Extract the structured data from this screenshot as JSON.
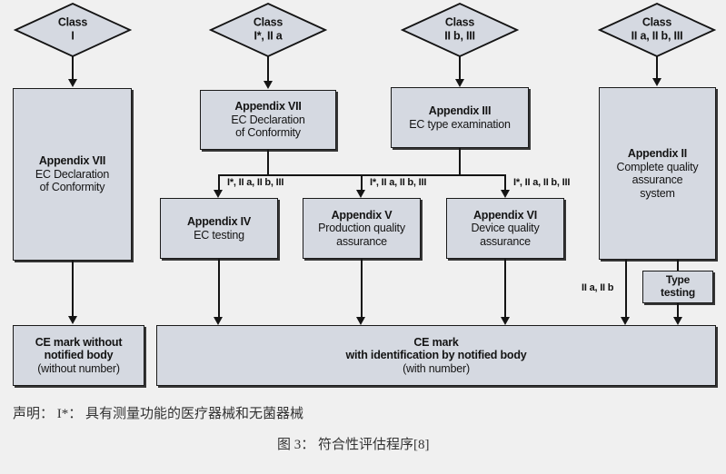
{
  "figure": {
    "background_color": "#f0f0f0",
    "node_fill": "#d5d9e1",
    "stroke_color": "#141414"
  },
  "chart_data": {
    "type": "diagram",
    "title": "符合性评估程序",
    "nodes": [
      {
        "id": "class1",
        "shape": "diamond",
        "line1": "Class",
        "line2": "I"
      },
      {
        "id": "class1a",
        "shape": "diamond",
        "line1": "Class",
        "line2": "I*, II a"
      },
      {
        "id": "class2b3",
        "shape": "diamond",
        "line1": "Class",
        "line2": "II b, III"
      },
      {
        "id": "class2a2b3",
        "shape": "diamond",
        "line1": "Class",
        "line2": "II a, II b, III"
      },
      {
        "id": "appVII_left",
        "shape": "box",
        "title": "Appendix VII",
        "body": "EC Declaration\nof Conformity"
      },
      {
        "id": "appVII_mid",
        "shape": "box",
        "title": "Appendix VII",
        "body": "EC Declaration\nof Conformity"
      },
      {
        "id": "appIII",
        "shape": "box",
        "title": "Appendix III",
        "body": "EC type examination"
      },
      {
        "id": "appII",
        "shape": "box",
        "title": "Appendix II",
        "body": "Complete quality\nassurance\nsystem"
      },
      {
        "id": "appIV",
        "shape": "box",
        "title": "Appendix IV",
        "body": "EC testing"
      },
      {
        "id": "appV",
        "shape": "box",
        "title": "Appendix V",
        "body": "Production quality\nassurance"
      },
      {
        "id": "appVI",
        "shape": "box",
        "title": "Appendix VI",
        "body": "Device quality\nassurance"
      },
      {
        "id": "typetesting",
        "shape": "box",
        "title": "Type\ntesting",
        "body": ""
      },
      {
        "id": "ce_without",
        "shape": "box",
        "title": "CE mark without\nnotified body",
        "body": "(without number)"
      },
      {
        "id": "ce_with",
        "shape": "box",
        "title": "CE mark\nwith identification by notified body",
        "body": "(with number)"
      }
    ],
    "edge_labels": [
      "I*, II a, II b, III",
      "I*, II a, II b, III",
      "I*, II a, II b, III",
      "II a, II b"
    ]
  },
  "diamonds": {
    "class_1": {
      "line1": "Class",
      "line2": "I"
    },
    "class_1a_2a": {
      "line1": "Class",
      "line2": "I*, II a"
    },
    "class_2b_3": {
      "line1": "Class",
      "line2": "II b, III"
    },
    "class_2a2b3": {
      "line1": "Class",
      "line2": "II a, II b, III"
    }
  },
  "boxes": {
    "appendix_vii_left": {
      "title": "Appendix VII",
      "line1": "EC Declaration",
      "line2": "of Conformity"
    },
    "appendix_vii_mid": {
      "title": "Appendix VII",
      "line1": "EC Declaration",
      "line2": "of Conformity"
    },
    "appendix_iii": {
      "title": "Appendix III",
      "line1": "EC type examination"
    },
    "appendix_ii": {
      "title": "Appendix II",
      "line1": "Complete quality",
      "line2": "assurance",
      "line3": "system"
    },
    "appendix_iv": {
      "title": "Appendix IV",
      "line1": "EC testing"
    },
    "appendix_v": {
      "title": "Appendix V",
      "line1": "Production quality",
      "line2": "assurance"
    },
    "appendix_vi": {
      "title": "Appendix VI",
      "line1": "Device quality",
      "line2": "assurance"
    },
    "type_testing": {
      "line1": "Type",
      "line2": "testing"
    },
    "ce_without": {
      "line1": "CE mark without",
      "line2": "notified body",
      "line3": "(without number)"
    },
    "ce_with": {
      "line1": "CE mark",
      "line2": "with identification by notified body",
      "line3": "(with number)"
    }
  },
  "edge_labels": {
    "to_appendix_iv": "I*, II a, II b, III",
    "to_appendix_v": "I*, II a, II b, III",
    "to_appendix_vi": "I*, II a, II b, III",
    "appendix_ii_direct": "II a, II b"
  },
  "captions": {
    "note": "声明： I*： 具有测量功能的医疗器械和无菌器械",
    "figure": "图 3： 符合性评估程序[8]"
  }
}
